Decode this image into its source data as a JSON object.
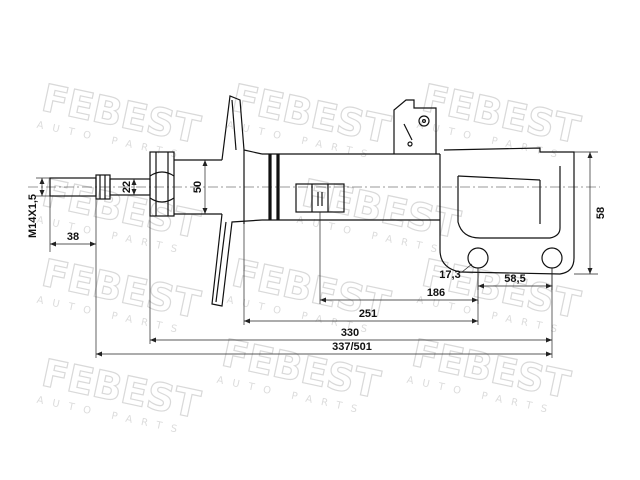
{
  "watermark": {
    "brand": "FEBEST",
    "tagline": "AUTO PARTS"
  },
  "dimensions": {
    "thread": "M14X1,5",
    "rod_length": "38",
    "rod_diameter": "22",
    "top_diameter": "50",
    "bracket_height": "58",
    "bolt_hole": "17,3",
    "bolt_spacing": "58,5",
    "len_spring_seat": "186",
    "len_251": "251",
    "len_330": "330",
    "len_total": "337/501"
  }
}
